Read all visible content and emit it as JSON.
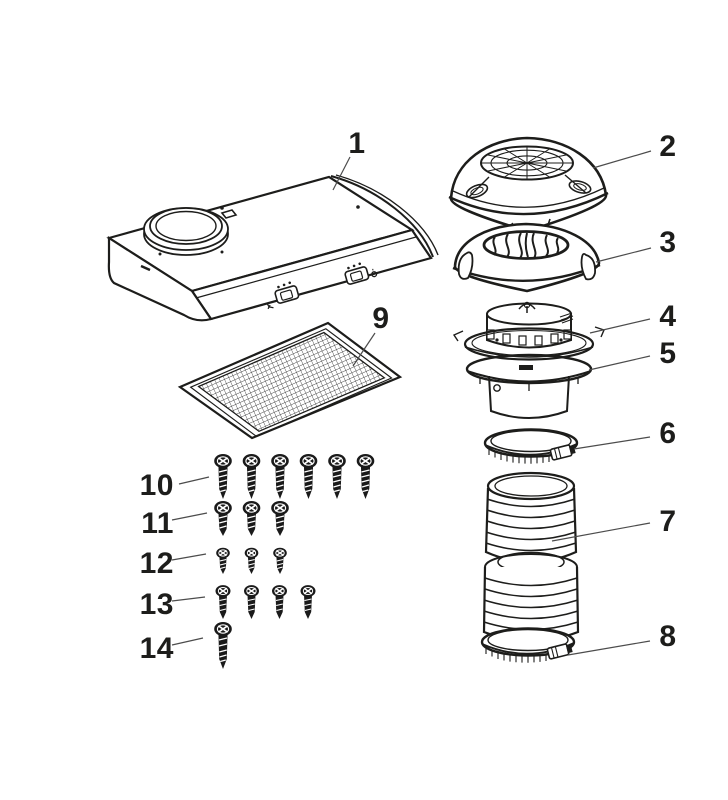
{
  "diagram_type": "exploded-parts-diagram",
  "product": "range-hood-with-roof-vent-kit",
  "colors": {
    "background": "#ffffff",
    "line": "#1d1d1b",
    "leader": "#4c4c4c"
  },
  "callouts": [
    {
      "label": "1",
      "part": "range-hood-body",
      "quantity": 1
    },
    {
      "label": "2",
      "part": "vent-cap-grille-dome",
      "quantity": 1
    },
    {
      "label": "3",
      "part": "vent-dome-insert",
      "quantity": 1
    },
    {
      "label": "4",
      "part": "vent-fan-unit",
      "quantity": 1
    },
    {
      "label": "5",
      "part": "mounting-ring-collar",
      "quantity": 1
    },
    {
      "label": "6",
      "part": "hose-clamp-upper",
      "quantity": 1
    },
    {
      "label": "7",
      "part": "flexible-duct-hose",
      "quantity": 1
    },
    {
      "label": "8",
      "part": "hose-clamp-lower",
      "quantity": 1
    },
    {
      "label": "9",
      "part": "mesh-grease-filter",
      "quantity": 1
    },
    {
      "label": "10",
      "part": "screw-long",
      "quantity": 6
    },
    {
      "label": "11",
      "part": "screw-medium",
      "quantity": 3
    },
    {
      "label": "12",
      "part": "screw-short",
      "quantity": 3
    },
    {
      "label": "13",
      "part": "screw-medium-thin",
      "quantity": 4
    },
    {
      "label": "14",
      "part": "screw-extra-long",
      "quantity": 1
    }
  ]
}
